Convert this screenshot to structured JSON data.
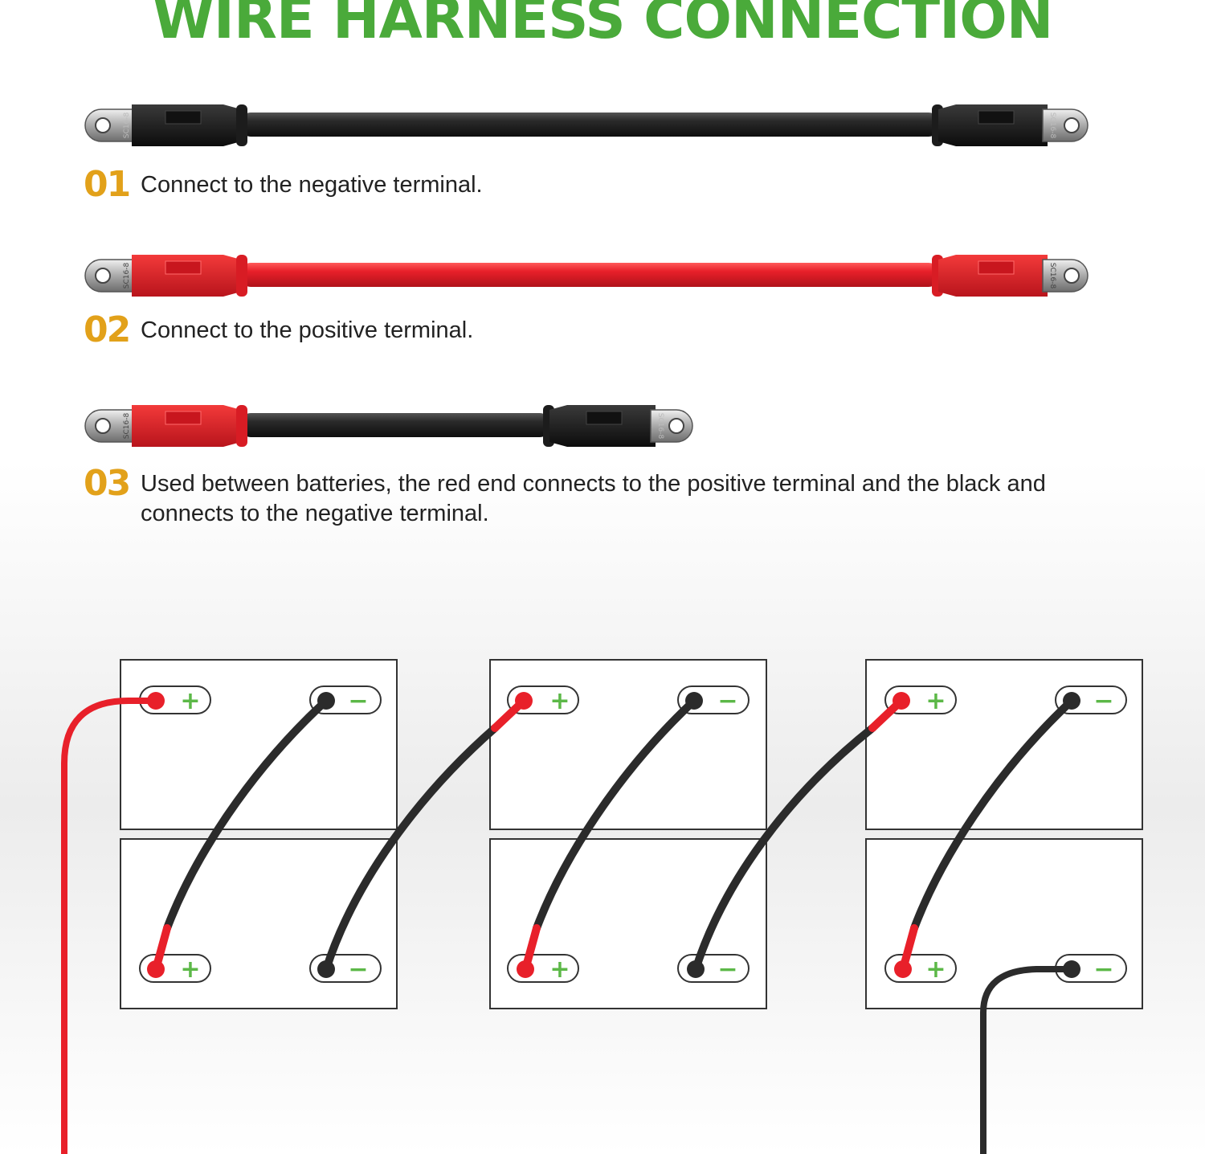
{
  "title": "WIRE HARNESS CONNECTION",
  "colors": {
    "title": "#4aaa3a",
    "step_number": "#e2a11a",
    "red_wire": "#e8202a",
    "black_wire": "#2b2b2b",
    "terminal_symbol": "#5cb848"
  },
  "steps": [
    {
      "number": "01",
      "text": "Connect to the negative terminal."
    },
    {
      "number": "02",
      "text": "Connect to the positive terminal."
    },
    {
      "number": "03",
      "text": "Used between batteries, the red end connects to the positive terminal and the black and connects to the negative terminal."
    }
  ],
  "cable_lug_marking": "SC16-8",
  "terminals": {
    "positive": "+",
    "negative": "−"
  }
}
